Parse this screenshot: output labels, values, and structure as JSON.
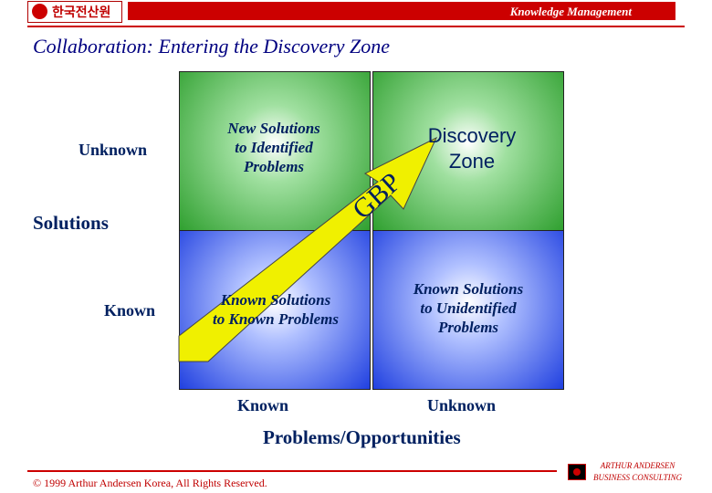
{
  "header": {
    "brand": "한국전산원",
    "tagline": "Knowledge Management"
  },
  "title": "Collaboration: Entering the Discovery Zone",
  "quadrants": {
    "top_left": [
      "New Solutions",
      "to Identified",
      "Problems"
    ],
    "top_right": [
      "Discovery",
      "Zone"
    ],
    "bottom_left": [
      "Known Solutions",
      "to Known Problems"
    ],
    "bottom_right": [
      "Known Solutions",
      "to Unidentified",
      "Problems"
    ]
  },
  "y_axis": {
    "title": "Solutions",
    "top": "Unknown",
    "bottom": "Known"
  },
  "x_axis": {
    "title": "Problems/Opportunities",
    "left": "Known",
    "right": "Unknown"
  },
  "arrow_label": "GBP",
  "footer": {
    "copyright": "© 1999 Arthur Andersen Korea, All Rights Reserved.",
    "firm_line1": "ARTHUR ANDERSEN",
    "firm_line2": "BUSINESS CONSULTING"
  },
  "colors": {
    "accent": "#cc0000",
    "green_quadrant": "#30a030",
    "blue_quadrant": "#2040e0",
    "arrow": "#f0f000",
    "text": "#002060"
  }
}
